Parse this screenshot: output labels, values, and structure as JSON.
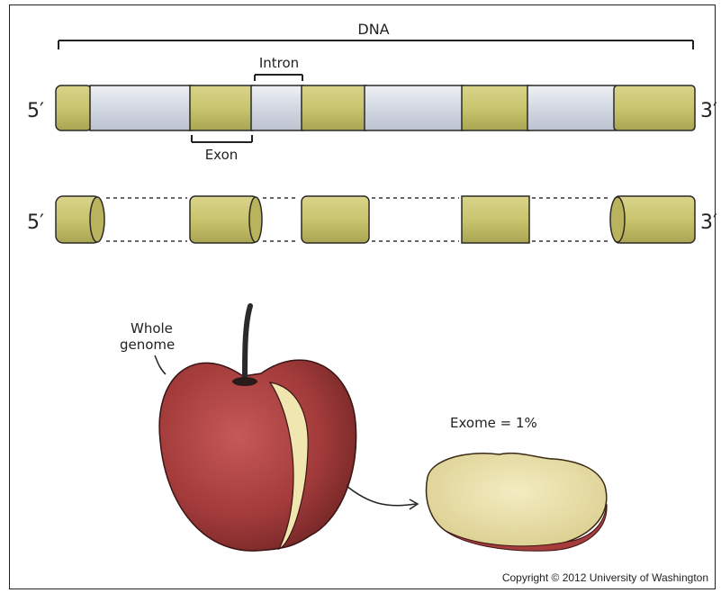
{
  "labels": {
    "dna": "DNA",
    "intron": "Intron",
    "exon": "Exon",
    "five_prime_top": "5′",
    "three_prime_top": "3′",
    "five_prime_bottom": "5′",
    "three_prime_bottom": "3′",
    "whole_genome_line1": "Whole",
    "whole_genome_line2": "genome",
    "exome": "Exome = 1%"
  },
  "colors": {
    "exon": "#c9c46e",
    "intron": "#d7dbe4",
    "apple_red": "#a63c3c",
    "apple_flesh": "#efe6b4",
    "outline": "#2a2a2a"
  },
  "footer": {
    "copyright": "Copyright © 2012 University of Washington"
  }
}
